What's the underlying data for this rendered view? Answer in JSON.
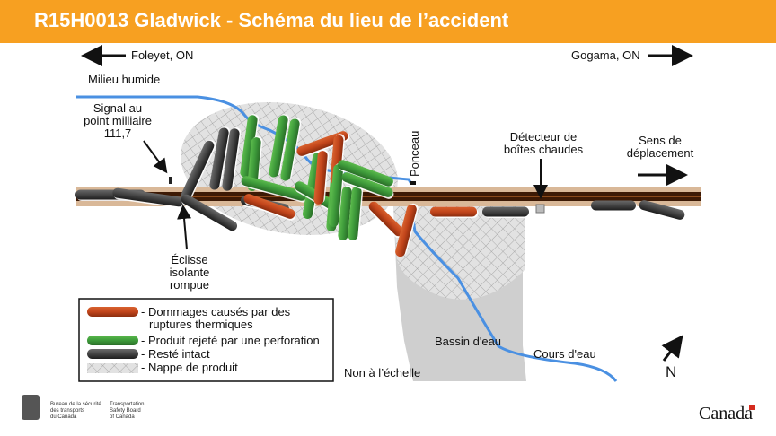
{
  "header": {
    "title": "R15H0013 Gladwick - Schéma du lieu de l’accident",
    "background_color": "#f7a021"
  },
  "directions": {
    "west": "Foleyet, ON",
    "east": "Gogama, ON"
  },
  "labels": {
    "wetland": "Milieu humide",
    "signal_line1": "Signal au",
    "signal_line2": "point milliaire",
    "signal_line3": "111,7",
    "culvert": "Ponceau",
    "detector_line1": "Détecteur de",
    "detector_line2": "boîtes chaudes",
    "direction_line1": "Sens de",
    "direction_line2": "déplacement",
    "joint_line1": "Éclisse",
    "joint_line2": "isolante",
    "joint_line3": "rompue",
    "pond": "Bassin d'eau",
    "stream": "Cours d'eau",
    "scale_note": "Non à l’échelle",
    "north": "N"
  },
  "legend": {
    "items": [
      {
        "key": "thermal",
        "text_line1": "- Dommages causés par des",
        "text_line2": "ruptures thermiques",
        "color": "#c2451b"
      },
      {
        "key": "breach",
        "text_line1": "- Produit rejeté par une perforation",
        "color": "#3d9a3a"
      },
      {
        "key": "intact",
        "text_line1": "- Resté intact",
        "color": "#3c3c3c"
      },
      {
        "key": "pool",
        "text_line1": "- Nappe de produit",
        "color": "#d8d8d8"
      }
    ]
  },
  "colors": {
    "thermal": "#c2451b",
    "breach": "#3d9a3a",
    "intact": "#3c3c3c",
    "water": "#4a90e2",
    "rail_bed": "#d9b898",
    "rail": "#5a2a0e"
  },
  "footer": {
    "tsb_fr_line1": "Bureau de la sécurité",
    "tsb_fr_line2": "des transports",
    "tsb_fr_line3": "du Canada",
    "tsb_en_line1": "Transportation",
    "tsb_en_line2": "Safety Board",
    "tsb_en_line3": "of Canada",
    "wordmark": "Canada"
  }
}
